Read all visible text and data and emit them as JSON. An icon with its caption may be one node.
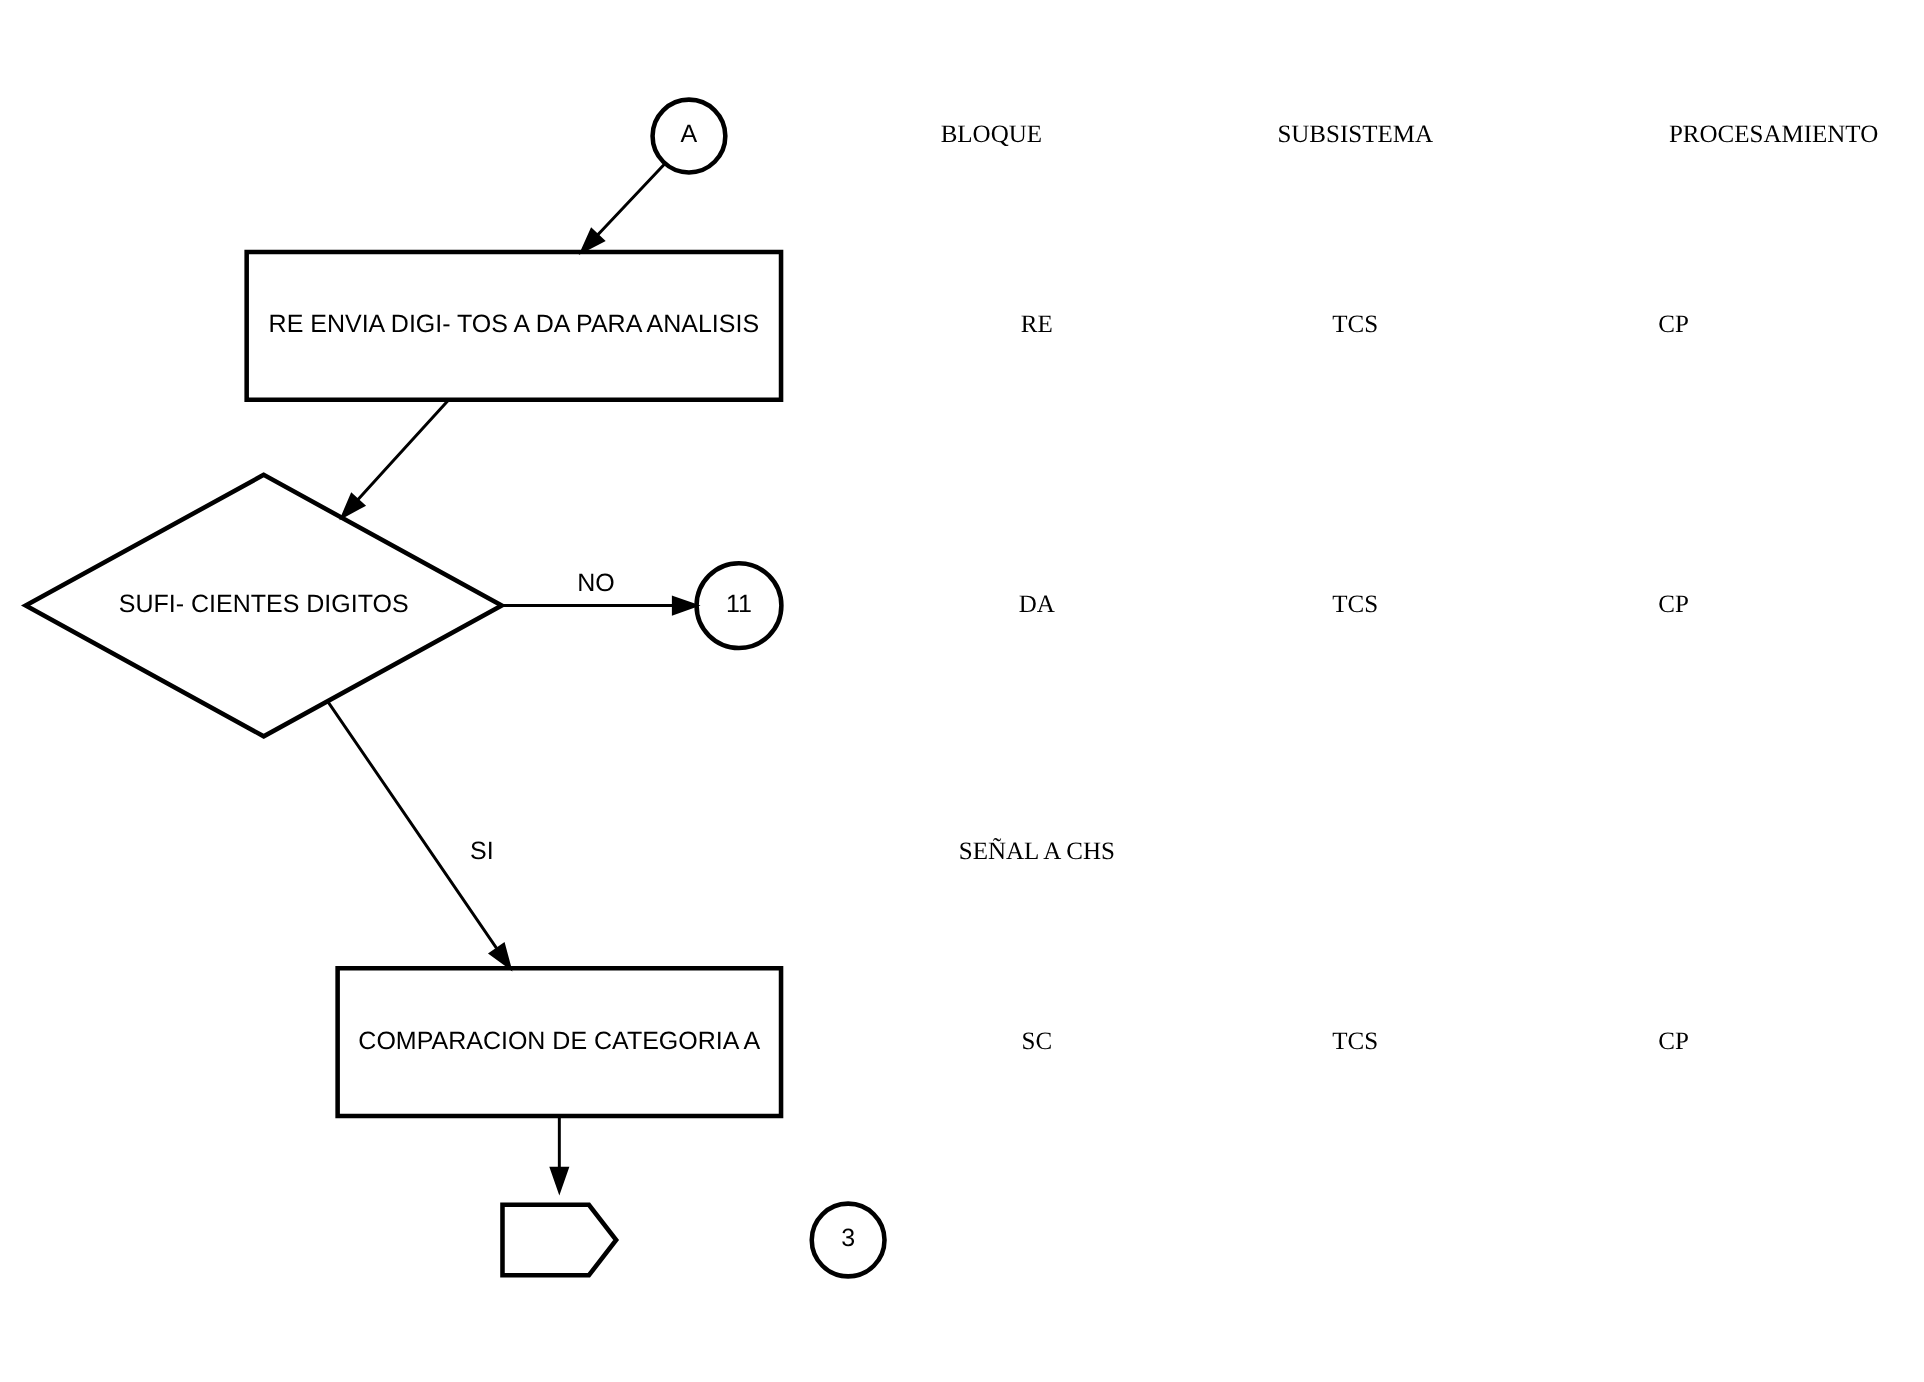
{
  "diagram": {
    "nodes": [
      {
        "text": [
          "A"
        ]
      },
      {
        "text": [
          "RE ENVIA DIGI- TOS A DA PARA ANALISIS"
        ]
      },
      {
        "text": [
          "SUFI- CIENTES DIGITOS"
        ]
      },
      {
        "text": [
          "11"
        ]
      },
      {
        "text": [
          "COMPARACION DE CATEGORIA A"
        ]
      },
      {
        "text": [],
        "shape": "pentagon"
      },
      {
        "text": [
          "3"
        ]
      }
    ],
    "edges": [
      {
        "from": 0,
        "to": 1,
        "arrow": "to"
      },
      {
        "from": 1,
        "to": 2,
        "arrow": "to"
      },
      {
        "from": 2,
        "to": 3,
        "label": "NO",
        "arrow": "to"
      },
      {
        "from": 2,
        "to": 4,
        "label": "SI",
        "arrow": "to"
      },
      {
        "from": 4,
        "to": 5,
        "arrow": "to"
      }
    ],
    "labels": [
      "BLOQUE",
      "SUBSISTEMA",
      "PROCESAMIENTO",
      "RE",
      "TCS",
      "CP",
      "DA",
      "TCS",
      "CP",
      "SEÑAL A CHS",
      "SC",
      "TCS",
      "CP"
    ]
  }
}
